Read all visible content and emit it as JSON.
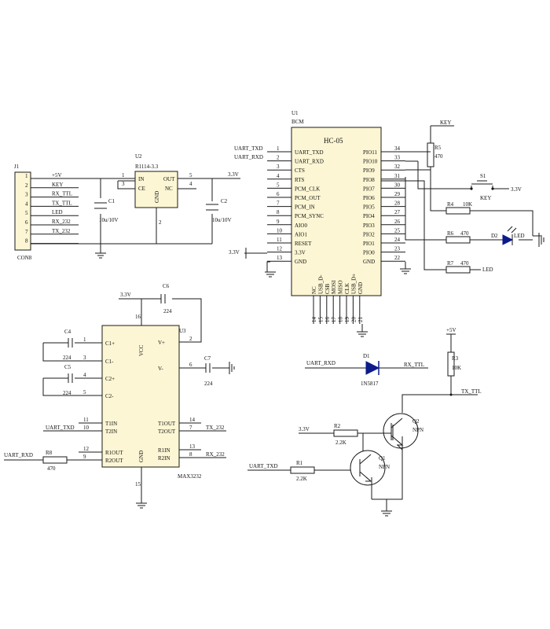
{
  "j1": {
    "ref": "J1",
    "name": "CON8",
    "pins": [
      "1",
      "2",
      "3",
      "4",
      "5",
      "6",
      "7",
      "8"
    ],
    "nets": [
      "+5V",
      "KEY",
      "RX_TTL",
      "TX_TTL",
      "LED",
      "RX_232",
      "TX_232"
    ]
  },
  "u2": {
    "ref": "U2",
    "part": "R1114-3.3",
    "pins": {
      "in": "IN",
      "ce": "CE",
      "out": "OUT",
      "nc": "NC",
      "gnd": "GND",
      "n1": "1",
      "n3": "3",
      "n5": "5",
      "n4": "4",
      "n2": "2"
    }
  },
  "c1": {
    "ref": "C1",
    "val": "10u/10V"
  },
  "c2": {
    "ref": "C2",
    "val": "10u/10V"
  },
  "net33": "3.3V",
  "u1": {
    "ref": "U1",
    "name": "BCM",
    "title": "HC-05",
    "left": [
      {
        "n": "1",
        "l": "UART_TXD"
      },
      {
        "n": "2",
        "l": "UART_RXD"
      },
      {
        "n": "3",
        "l": "CTS"
      },
      {
        "n": "4",
        "l": "RTS"
      },
      {
        "n": "5",
        "l": "PCM_CLK"
      },
      {
        "n": "6",
        "l": "PCM_OUT"
      },
      {
        "n": "7",
        "l": "PCM_IN"
      },
      {
        "n": "8",
        "l": "PCM_SYNC"
      },
      {
        "n": "9",
        "l": "AIO0"
      },
      {
        "n": "10",
        "l": "AIO1"
      },
      {
        "n": "11",
        "l": "RESET"
      },
      {
        "n": "12",
        "l": "3.3V"
      },
      {
        "n": "13",
        "l": "GND"
      }
    ],
    "right": [
      {
        "n": "34",
        "l": "PIO11"
      },
      {
        "n": "33",
        "l": "PIO10"
      },
      {
        "n": "32",
        "l": "PIO9"
      },
      {
        "n": "31",
        "l": "PIO8"
      },
      {
        "n": "30",
        "l": "PIO7"
      },
      {
        "n": "29",
        "l": "PIO6"
      },
      {
        "n": "28",
        "l": "PIO5"
      },
      {
        "n": "27",
        "l": "PIO4"
      },
      {
        "n": "26",
        "l": "PIO3"
      },
      {
        "n": "25",
        "l": "PIO2"
      },
      {
        "n": "24",
        "l": "PIO1"
      },
      {
        "n": "23",
        "l": "PIO0"
      },
      {
        "n": "22",
        "l": "GND"
      }
    ],
    "bottom": [
      {
        "n": "14",
        "l": "NC"
      },
      {
        "n": "15",
        "l": "USB_D-"
      },
      {
        "n": "16",
        "l": "CSB"
      },
      {
        "n": "17",
        "l": "MOSI"
      },
      {
        "n": "18",
        "l": "MISO"
      },
      {
        "n": "19",
        "l": "CLK"
      },
      {
        "n": "20",
        "l": "USB_D+"
      },
      {
        "n": "21",
        "l": "GND"
      }
    ]
  },
  "net_key": "KEY",
  "net_led": "LED",
  "r5": {
    "ref": "R5",
    "val": "470"
  },
  "s1": {
    "ref": "S1",
    "val": "KEY"
  },
  "r4": {
    "ref": "R4",
    "val": "10K"
  },
  "r6": {
    "ref": "R6",
    "val": "470"
  },
  "r7": {
    "ref": "R7",
    "val": "470"
  },
  "d2": {
    "ref": "D2",
    "val": "LED"
  },
  "u3": {
    "ref": "U3",
    "part": "MAX3232",
    "pins_l": [
      "C1+",
      "C1-",
      "C2+",
      "C2-",
      "T1IN",
      "T2IN",
      "R1OUT",
      "R2OUT"
    ],
    "pins_r": [
      "V+",
      "V-",
      "T1OUT",
      "T2OUT",
      "R1IN",
      "R2IN"
    ],
    "vcc": "VCC",
    "gnd": "GND",
    "nums_l": [
      "1",
      "3",
      "4",
      "5",
      "11",
      "10",
      "12",
      "9"
    ],
    "nums_r": [
      "2",
      "6",
      "14",
      "7",
      "13",
      "8"
    ],
    "n16": "16",
    "n15": "15"
  },
  "c6": {
    "ref": "C6",
    "val": "224"
  },
  "c4": {
    "ref": "C4",
    "val": "224"
  },
  "c5": {
    "ref": "C5",
    "val": "224"
  },
  "c7": {
    "ref": "C7",
    "val": "224"
  },
  "r8": {
    "ref": "R8",
    "val": "470"
  },
  "net_uart_txd": "UART_TXD",
  "net_uart_rxd": "UART_RXD",
  "net_tx232": "TX_232",
  "net_rx232": "RX_232",
  "net_3v3_u3": "3.3V",
  "d1": {
    "ref": "D1",
    "val": "1N5817"
  },
  "net_rx_ttl": "RX_TTL",
  "net_tx_ttl": "TX_TTL",
  "net_5v": "+5V",
  "r3": {
    "ref": "R3",
    "val": "10K"
  },
  "r2": {
    "ref": "R2",
    "val": "2.2K"
  },
  "r1": {
    "ref": "R1",
    "val": "2.2K"
  },
  "q1": {
    "ref": "Q1",
    "val": "NPN"
  },
  "q2": {
    "ref": "Q2",
    "val": "NPN"
  }
}
